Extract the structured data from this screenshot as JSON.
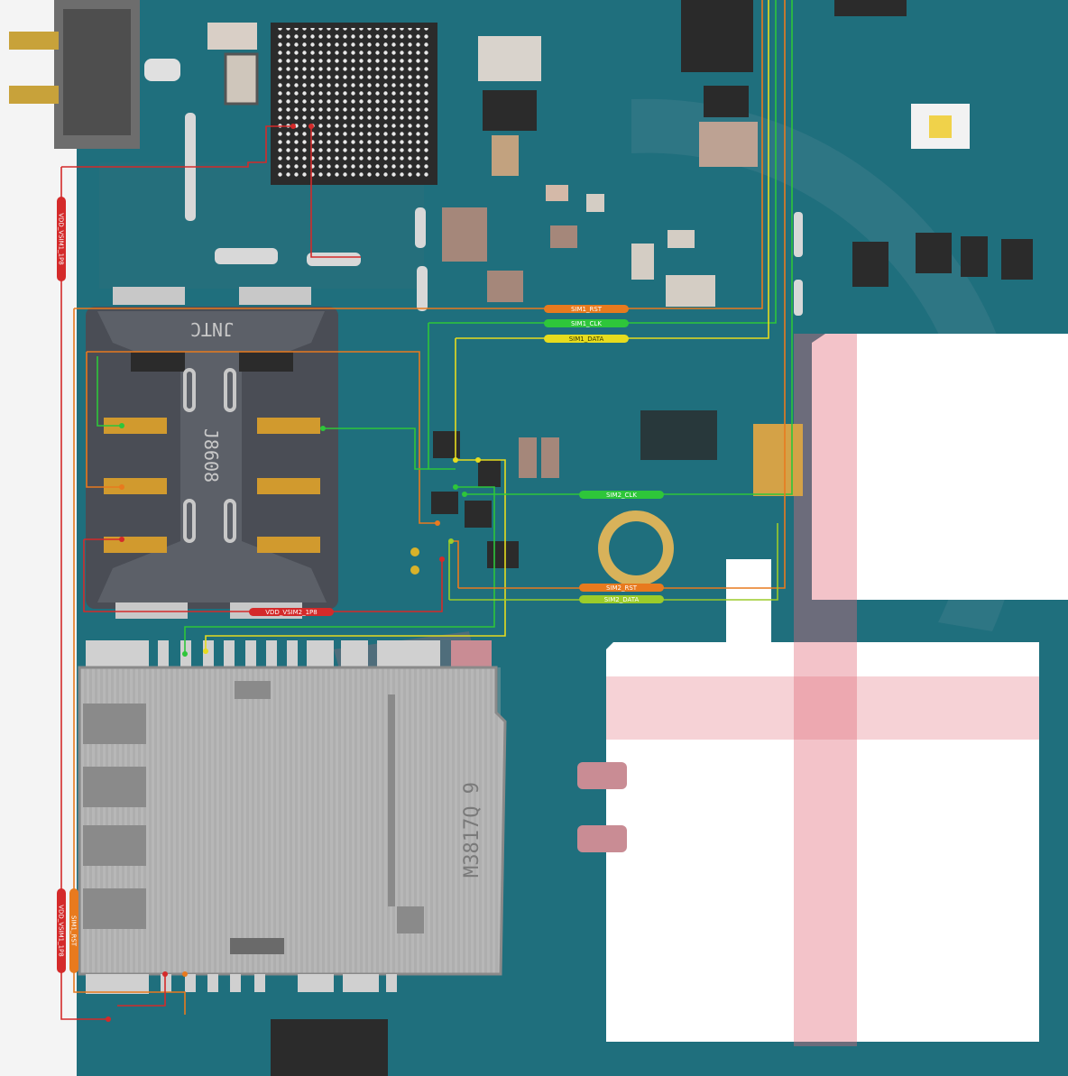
{
  "diagram": {
    "components": {
      "sim_holder_marking_top": "JNTC",
      "sim_holder_marking_center": "J8608",
      "sd_holder_marking": "M3817Q 9"
    },
    "nets": {
      "sim1_rst": "SIM1_RST",
      "sim1_clk": "SIM1_CLK",
      "sim1_data": "SIM1_DATA",
      "sim2_clk": "SIM2_CLK",
      "sim2_rst": "SIM2_RST",
      "sim2_data": "SIM2_DATA",
      "vdd_vsim2": "VDD_VSIM2_1P8",
      "vdd_vsim1_top": "VDD_VSIM1_1P8",
      "vdd_vsim1_bottom": "VDD_VSIM1_1P8",
      "sim1_rst_vertical": "SIM1_RST"
    },
    "colors": {
      "board": "#1f6f7d",
      "rst": "#e87a1e",
      "clk": "#2ec63a",
      "data": "#e6dc1e",
      "data2": "#9ccc2a",
      "vdd": "#d42a2a",
      "watermark": "#e26a78"
    }
  }
}
